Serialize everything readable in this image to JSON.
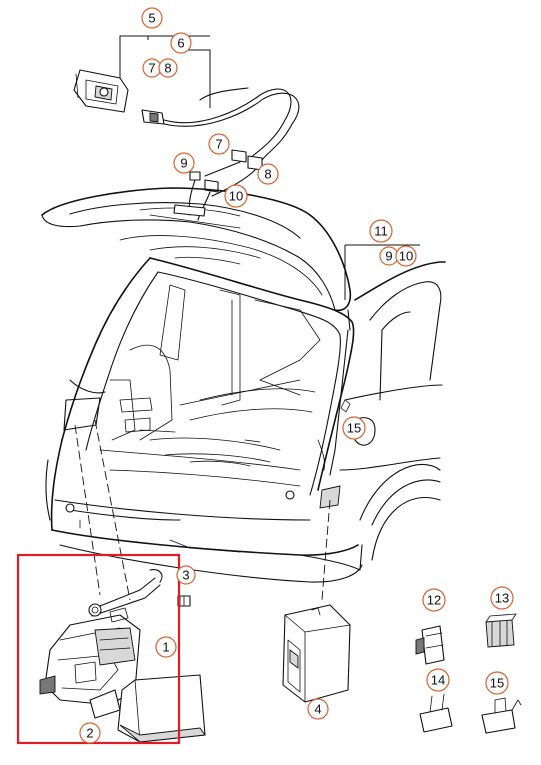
{
  "highlight_color": "#e01b24",
  "callout_color": "#d9622b",
  "callouts": {
    "c1": "1",
    "c2": "2",
    "c3": "3",
    "c4": "4",
    "c5": "5",
    "c6": "6",
    "c7a": "7",
    "c8a": "8",
    "c7b": "7",
    "c8b": "8",
    "c9a": "9",
    "c10a": "10",
    "c11": "11",
    "c9b": "9",
    "c10b": "10",
    "c12": "12",
    "c13": "13",
    "c14": "14",
    "c15a": "15",
    "c15b": "15"
  }
}
